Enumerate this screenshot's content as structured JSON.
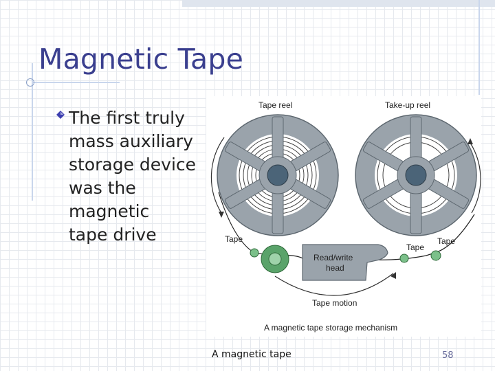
{
  "slide": {
    "title": "Magnetic Tape",
    "bullets": [
      {
        "lines": [
          "The first truly",
          "mass auxiliary",
          "storage device",
          "was the magnetic",
          "tape drive"
        ]
      }
    ],
    "figure": {
      "labels": {
        "tape_reel": "Tape reel",
        "takeup_reel": "Take-up reel",
        "tape_left": "Tape",
        "tape_mid": "Tape",
        "tape_right": "Tape",
        "head_line1": "Read/write",
        "head_line2": "head",
        "tape_motion": "Tape motion",
        "figure_caption": "A magnetic tape storage mechanism"
      },
      "icons": [
        "reel-icon",
        "idler-roller-icon",
        "guide-roller-icon",
        "motion-arrow-icon"
      ]
    },
    "caption": "A magnetic tape",
    "page_number": "58"
  },
  "colors": {
    "title": "#3a3f8f",
    "reel": "#9aa3ab",
    "hub": "#4b6478",
    "roller": "#5aa36a",
    "head": "#9aa3ab",
    "grid": "#e6e9ee"
  }
}
